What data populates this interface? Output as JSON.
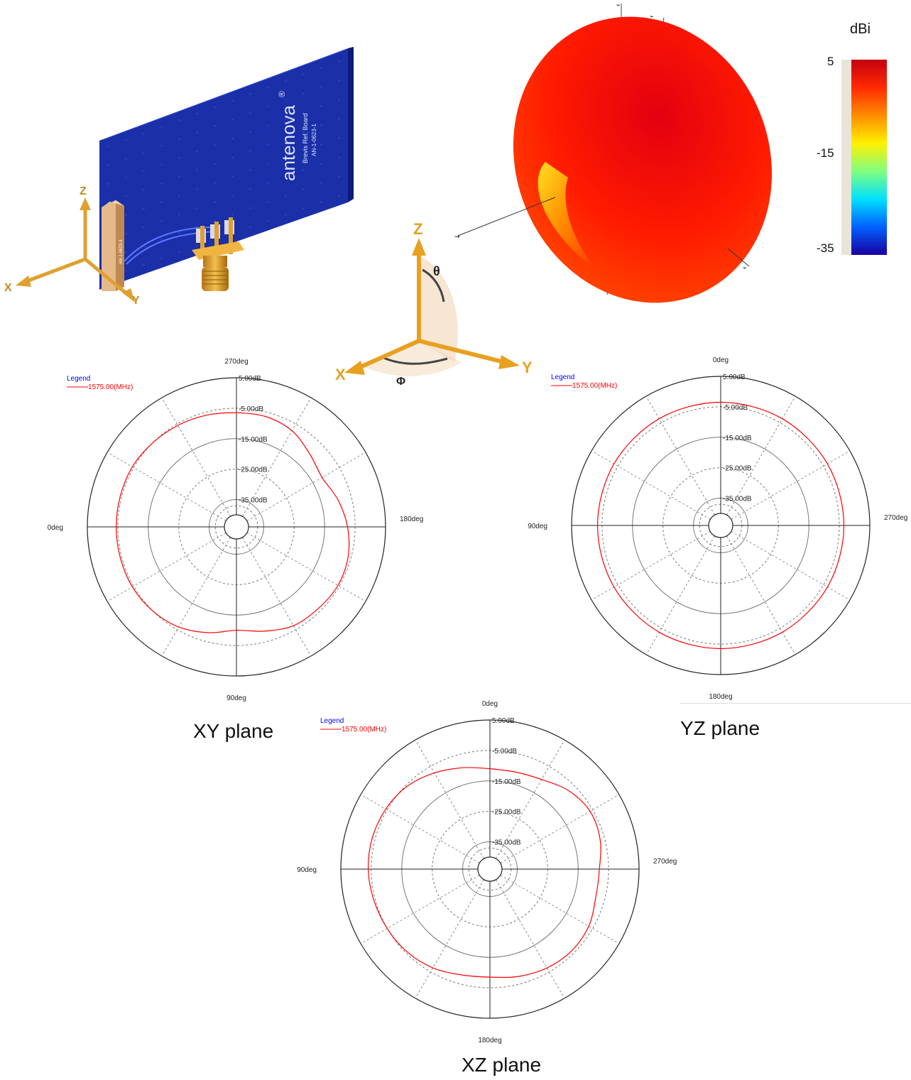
{
  "board": {
    "brand": "antenova",
    "registered": "®",
    "line1": "Brevis Ref. Board",
    "line2": "AN-1-0623-1",
    "chip_label": "AN-1-0623-3",
    "axis_x": "X",
    "axis_y": "Y",
    "axis_z": "Z"
  },
  "coord_axes": {
    "x": "X",
    "y": "Y",
    "z": "Z",
    "theta": "θ",
    "phi": "Φ"
  },
  "colorbar": {
    "title": "dBi",
    "ticks": [
      "5",
      "-15",
      "-35"
    ],
    "stops": [
      "#c40010",
      "#ff2a00",
      "#ff8c00",
      "#fff000",
      "#80ff80",
      "#00e0ff",
      "#0060ff",
      "#1a00a0"
    ]
  },
  "colors": {
    "trace": "#ff0000",
    "legend_title": "#0000ff",
    "grid": "#888888",
    "board": "#1a2fa8",
    "axis_orange": "#e8a020"
  },
  "chart_data": [
    {
      "type": "polar",
      "title": "XY plane",
      "legend_title": "Legend",
      "series": [
        {
          "name": "1575.00(MHz)"
        }
      ],
      "angle_labels": {
        "top": "270deg",
        "right": "180deg",
        "bottom": "90deg",
        "left": "0deg"
      },
      "radial_labels": [
        "5.00dB",
        "-5.00dB",
        "-15.00dB",
        "-25.00dB",
        "-35.00dB"
      ],
      "rlim": [
        -40,
        5
      ],
      "pattern_screen": [
        {
          "dir": 0,
          "r": -6.5
        },
        {
          "dir": 15,
          "r": -6.5
        },
        {
          "dir": 30,
          "r": -7.5
        },
        {
          "dir": 45,
          "r": -10.0
        },
        {
          "dir": 60,
          "r": -11.5
        },
        {
          "dir": 75,
          "r": -9.5
        },
        {
          "dir": 90,
          "r": -7.5
        },
        {
          "dir": 105,
          "r": -6.0
        },
        {
          "dir": 120,
          "r": -5.5
        },
        {
          "dir": 135,
          "r": -6.0
        },
        {
          "dir": 150,
          "r": -6.5
        },
        {
          "dir": 165,
          "r": -8.5
        },
        {
          "dir": 180,
          "r": -10.0
        },
        {
          "dir": 195,
          "r": -8.0
        },
        {
          "dir": 210,
          "r": -6.0
        },
        {
          "dir": 225,
          "r": -5.0
        },
        {
          "dir": 240,
          "r": -4.5
        },
        {
          "dir": 255,
          "r": -4.5
        },
        {
          "dir": 270,
          "r": -4.5
        },
        {
          "dir": 285,
          "r": -4.5
        },
        {
          "dir": 300,
          "r": -4.5
        },
        {
          "dir": 315,
          "r": -5.0
        },
        {
          "dir": 330,
          "r": -5.5
        },
        {
          "dir": 345,
          "r": -6.0
        }
      ]
    },
    {
      "type": "polar",
      "title": "YZ plane",
      "legend_title": "Legend",
      "series": [
        {
          "name": "1575.00(MHz)"
        }
      ],
      "angle_labels": {
        "top": "0deg",
        "right": "270deg",
        "bottom": "180deg",
        "left": "90deg"
      },
      "radial_labels": [
        "5.00dB",
        "-5.00dB",
        "-15.00dB",
        "-25.00dB",
        "-35.00dB"
      ],
      "rlim": [
        -40,
        5
      ],
      "pattern_screen": [
        {
          "dir": 0,
          "r": -3.5
        },
        {
          "dir": 30,
          "r": -3.5
        },
        {
          "dir": 60,
          "r": -3.5
        },
        {
          "dir": 90,
          "r": -3.5
        },
        {
          "dir": 120,
          "r": -3.5
        },
        {
          "dir": 150,
          "r": -3.5
        },
        {
          "dir": 180,
          "r": -3.5
        },
        {
          "dir": 210,
          "r": -3.5
        },
        {
          "dir": 240,
          "r": -3.5
        },
        {
          "dir": 270,
          "r": -3.5
        },
        {
          "dir": 300,
          "r": -3.5
        },
        {
          "dir": 330,
          "r": -3.5
        }
      ]
    },
    {
      "type": "polar",
      "title": "XZ plane",
      "legend_title": "Legend",
      "series": [
        {
          "name": "1575.00(MHz)"
        }
      ],
      "angle_labels": {
        "top": "0deg",
        "right": "270deg",
        "bottom": "180deg",
        "left": "90deg"
      },
      "radial_labels": [
        "5.00dB",
        "-5.00dB",
        "-15.00dB",
        "-25.00dB",
        "-35.00dB"
      ],
      "rlim": [
        -40,
        5
      ],
      "pattern_screen": [
        {
          "dir": 0,
          "r": -11.0
        },
        {
          "dir": 15,
          "r": -11.0
        },
        {
          "dir": 30,
          "r": -10.0
        },
        {
          "dir": 45,
          "r": -7.5
        },
        {
          "dir": 60,
          "r": -6.0
        },
        {
          "dir": 75,
          "r": -6.5
        },
        {
          "dir": 90,
          "r": -8.0
        },
        {
          "dir": 105,
          "r": -8.0
        },
        {
          "dir": 120,
          "r": -6.5
        },
        {
          "dir": 135,
          "r": -6.0
        },
        {
          "dir": 150,
          "r": -6.5
        },
        {
          "dir": 165,
          "r": -7.5
        },
        {
          "dir": 180,
          "r": -8.5
        },
        {
          "dir": 195,
          "r": -8.0
        },
        {
          "dir": 210,
          "r": -6.5
        },
        {
          "dir": 225,
          "r": -5.5
        },
        {
          "dir": 240,
          "r": -5.0
        },
        {
          "dir": 255,
          "r": -4.5
        },
        {
          "dir": 270,
          "r": -4.0
        },
        {
          "dir": 285,
          "r": -4.0
        },
        {
          "dir": 300,
          "r": -4.5
        },
        {
          "dir": 315,
          "r": -5.5
        },
        {
          "dir": 330,
          "r": -7.5
        },
        {
          "dir": 345,
          "r": -9.5
        }
      ]
    }
  ]
}
